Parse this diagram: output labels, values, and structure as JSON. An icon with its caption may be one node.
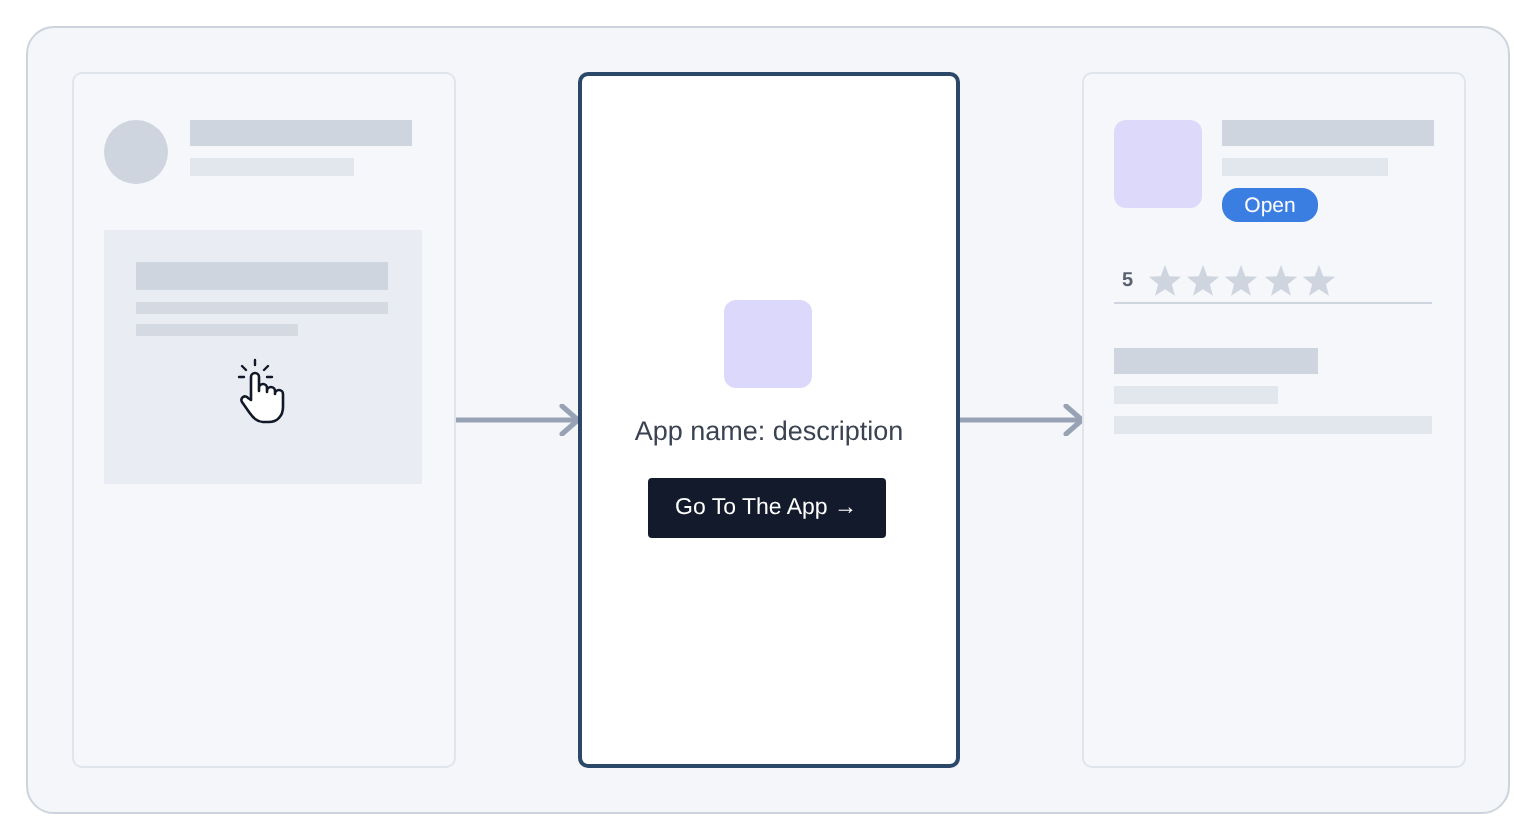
{
  "diagram": {
    "nodes": [
      {
        "text": [],
        "shape": "box"
      },
      {
        "text": [
          "App name: description",
          "Go To The App →"
        ]
      },
      {
        "text": [
          "Open",
          "5"
        ]
      }
    ],
    "edges": [
      {
        "from": 0,
        "to": 1,
        "arrow": "to"
      },
      {
        "from": 1,
        "to": 2,
        "arrow": "to"
      }
    ]
  }
}
